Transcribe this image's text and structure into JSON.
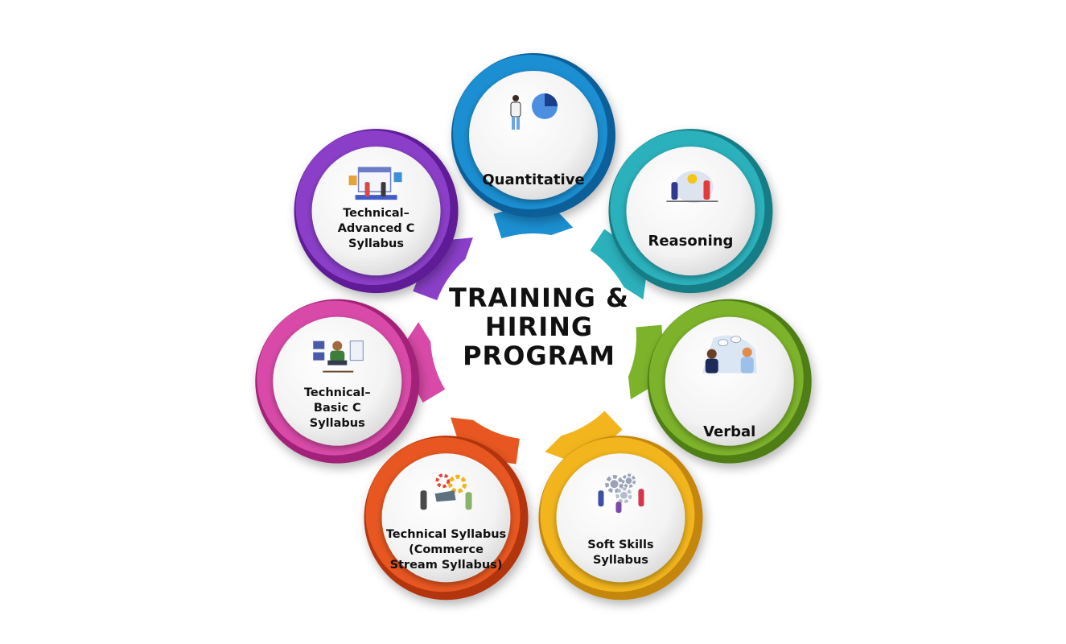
{
  "center": {
    "lines": [
      "TRAINING &",
      "HIRING",
      "PROGRAM"
    ]
  },
  "nodes": [
    {
      "id": "quantitative",
      "lines": [
        "Quantitative"
      ],
      "color": "#1b8fd2",
      "color_dark": "#0b5f99",
      "icon": "pie-chart-presenter-icon"
    },
    {
      "id": "reasoning",
      "lines": [
        "Reasoning"
      ],
      "color": "#2bb1bc",
      "color_dark": "#167d86",
      "icon": "idea-head-icon"
    },
    {
      "id": "verbal",
      "lines": [
        "Verbal"
      ],
      "color": "#7db32a",
      "color_dark": "#4f7d12",
      "icon": "conversation-icon"
    },
    {
      "id": "soft-skills",
      "lines": [
        "Soft Skills",
        "Syllabus"
      ],
      "color": "#f2b51d",
      "color_dark": "#c4860a",
      "icon": "teamwork-gears-icon"
    },
    {
      "id": "technical-commerce",
      "lines": [
        "Technical Syllabus",
        "(Commerce",
        "Stream Syllabus)"
      ],
      "color": "#e85721",
      "color_dark": "#b3340d",
      "icon": "gear-mechanics-icon"
    },
    {
      "id": "technical-basic-c",
      "lines": [
        "Technical–",
        "Basic C",
        "Syllabus"
      ],
      "color": "#d94aa8",
      "color_dark": "#a12278",
      "icon": "coder-laptop-icon"
    },
    {
      "id": "technical-advanced-c",
      "lines": [
        "Technical–",
        "Advanced C",
        "Syllabus"
      ],
      "color": "#8b3fc9",
      "color_dark": "#5e1d96",
      "icon": "code-window-icon"
    }
  ]
}
